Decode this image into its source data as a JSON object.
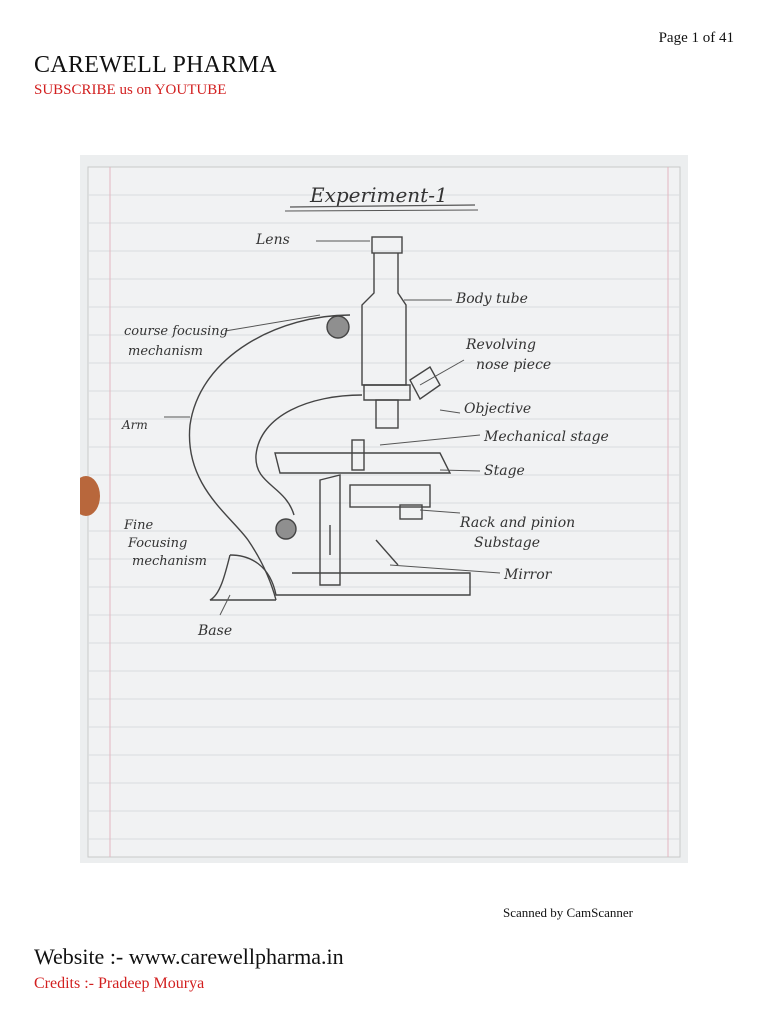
{
  "header": {
    "page_number": "Page 1 of 41",
    "brand": "CAREWELL PHARMA",
    "subscribe": "SUBSCRIBE us on YOUTUBE"
  },
  "notebook": {
    "heading": "Experiment-1",
    "labels": {
      "lens": "Lens",
      "body_tube": "Body tube",
      "coarse_focusing": "course focusing mechanism",
      "coarse_line1": "course focusing",
      "coarse_line2": "mechanism",
      "revolving_line1": "Revolving",
      "revolving_line2": "nose piece",
      "objective": "Objective",
      "arm": "Arm",
      "mechanical_stage": "Mechanical stage",
      "stage": "Stage",
      "fine_line1": "Fine",
      "fine_line2": "Focusing",
      "fine_line3": "mechanism",
      "rack_line1": "Rack and pinion",
      "rack_line2": "Substage",
      "mirror": "Mirror",
      "base": "Base"
    }
  },
  "scanner": {
    "label": "Scanned by CamScanner"
  },
  "footer": {
    "website": "Website :- www.carewellpharma.in",
    "credits": "Credits :- Pradeep Mourya"
  }
}
